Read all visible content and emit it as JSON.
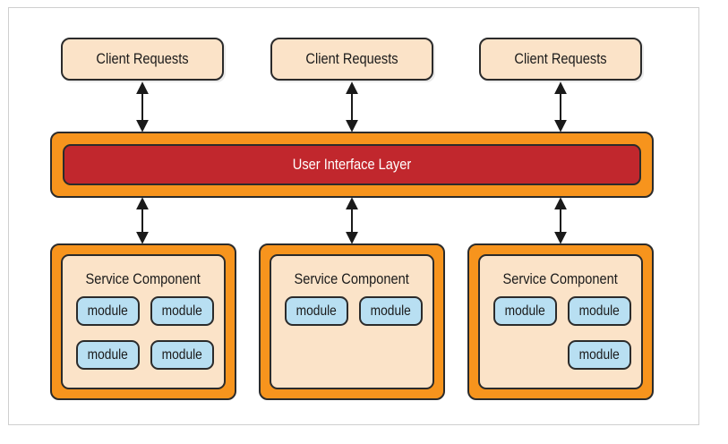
{
  "clients": [
    {
      "label": "Client Requests"
    },
    {
      "label": "Client Requests"
    },
    {
      "label": "Client Requests"
    }
  ],
  "ui_layer": {
    "label": "User Interface Layer"
  },
  "services": [
    {
      "title": "Service Component",
      "modules": [
        "module",
        "module",
        "module",
        "module"
      ]
    },
    {
      "title": "Service Component",
      "modules": [
        "module",
        "module"
      ]
    },
    {
      "title": "Service Component",
      "modules": [
        "module",
        "module",
        "module"
      ]
    }
  ],
  "colors": {
    "client_fill": "#fbe3c8",
    "ui_outer": "#f7941d",
    "ui_inner": "#c1272d",
    "service_outer": "#f7941d",
    "service_inner": "#fbe3c8",
    "module_fill": "#b8dff2"
  }
}
